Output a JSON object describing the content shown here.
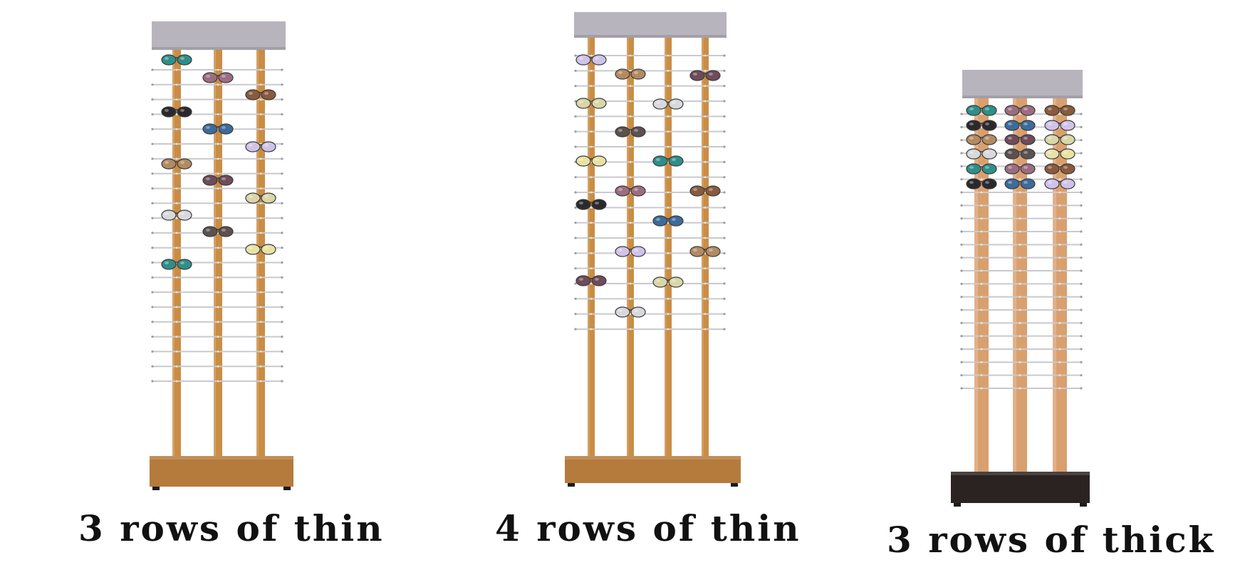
{
  "captions": {
    "rack_1": "3 rows of thin",
    "rack_2": "4 rows of thin",
    "rack_3": "3 rows of thick"
  },
  "colors": {
    "background": "#ffffff",
    "header_panel": "#b8b4bd",
    "wood_post": "#c98d45",
    "wood_post_light": "#d9a06f",
    "base_wood": "#b57b3c",
    "base_black": "#2b2322",
    "wire_rod": "#c9cacd",
    "caption_text": "#111111"
  },
  "glasses_palette": [
    "#d7d9dc",
    "#8a5a3e",
    "#6e4c5a",
    "#2e8f8a",
    "#cfc3ea",
    "#5b5150",
    "#2a2a2e",
    "#d9d6a8",
    "#9b6d82",
    "#b28a63",
    "#e8e2a6",
    "#3d6b9a"
  ]
}
